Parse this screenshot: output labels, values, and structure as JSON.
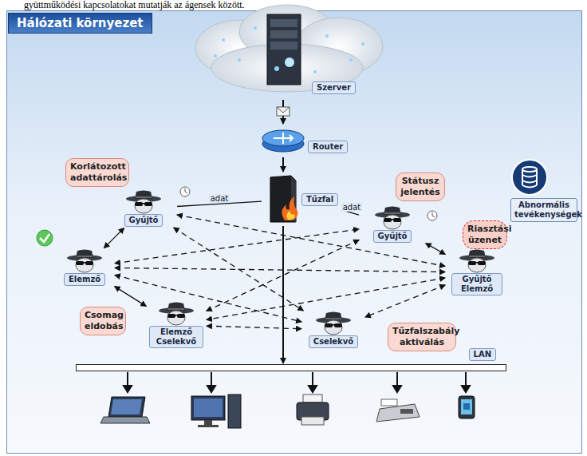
{
  "diagram": {
    "title": "Hálózati környezet",
    "nodes": [
      {
        "text": [
          "Szerver"
        ]
      },
      {
        "text": [
          "Router"
        ]
      },
      {
        "text": [
          "Tűzfal"
        ]
      },
      {
        "text": [
          "Korlátozott adattárolás"
        ]
      },
      {
        "text": [
          "Gyűjtő"
        ]
      },
      {
        "text": [
          "Státusz jelentés"
        ]
      },
      {
        "text": [
          "Gyűjtő"
        ]
      },
      {
        "text": [
          "Abnormális tevékenységek"
        ]
      },
      {
        "text": [
          "Riasztási üzenet"
        ]
      },
      {
        "text": [
          "Elemző"
        ]
      },
      {
        "text": [
          "Gyűjtő Elemző"
        ]
      },
      {
        "text": [
          "Csomag eldobás"
        ]
      },
      {
        "text": [
          "Tűzfalszabály aktiválás"
        ]
      },
      {
        "text": [
          "Elemző Cselekvő"
        ]
      },
      {
        "text": [
          "Cselekvő"
        ]
      },
      {
        "text": [
          "LAN"
        ]
      }
    ],
    "edges": [
      {
        "from": 0,
        "to": 1,
        "arrow": "to"
      },
      {
        "from": 1,
        "to": 2,
        "arrow": "to"
      },
      {
        "from": 2,
        "to": 4,
        "label": "adat",
        "arrow": "none"
      },
      {
        "from": 2,
        "to": 6,
        "label": "adat",
        "arrow": "none"
      },
      {
        "from": 2,
        "to": 15,
        "arrow": "to"
      },
      {
        "from": 4,
        "to": 9,
        "arrow": "both"
      },
      {
        "from": 9,
        "to": 13,
        "arrow": "both"
      },
      {
        "from": 6,
        "to": 10,
        "arrow": "both"
      },
      {
        "from": 4,
        "to": 10,
        "arrow": "both"
      },
      {
        "from": 4,
        "to": 14,
        "arrow": "both"
      },
      {
        "from": 9,
        "to": 6,
        "arrow": "both"
      },
      {
        "from": 9,
        "to": 10,
        "arrow": "both"
      },
      {
        "from": 9,
        "to": 14,
        "arrow": "both"
      },
      {
        "from": 6,
        "to": 13,
        "arrow": "both"
      },
      {
        "from": 10,
        "to": 13,
        "arrow": "both"
      },
      {
        "from": 13,
        "to": 14,
        "arrow": "both"
      },
      {
        "from": 10,
        "to": 14,
        "arrow": "both"
      }
    ],
    "labels": [
      "gyüttműködési kapcsolatokat mutatják az ágensek között."
    ]
  }
}
